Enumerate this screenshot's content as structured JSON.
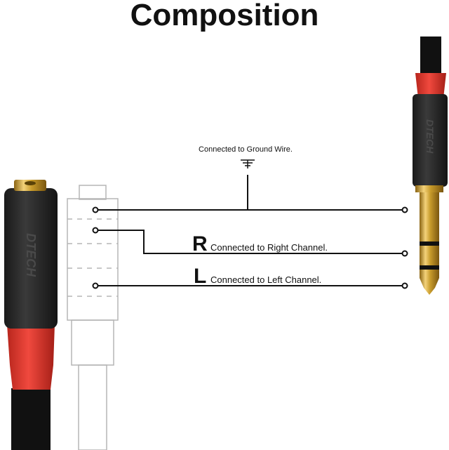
{
  "title": "Composition",
  "ground_label": "Connected to Ground Wire.",
  "right": {
    "letter": "R",
    "label": "Connected to Right Channel."
  },
  "left": {
    "letter": "L",
    "label": "Connected to Left Channel."
  },
  "brand_text": "DTECH",
  "colors": {
    "connector_body": "#2a2a2a",
    "accent_red": "#e23a2f",
    "gold": "#c79a2a",
    "wire": "#111111",
    "outline": "#b5b5b5"
  }
}
